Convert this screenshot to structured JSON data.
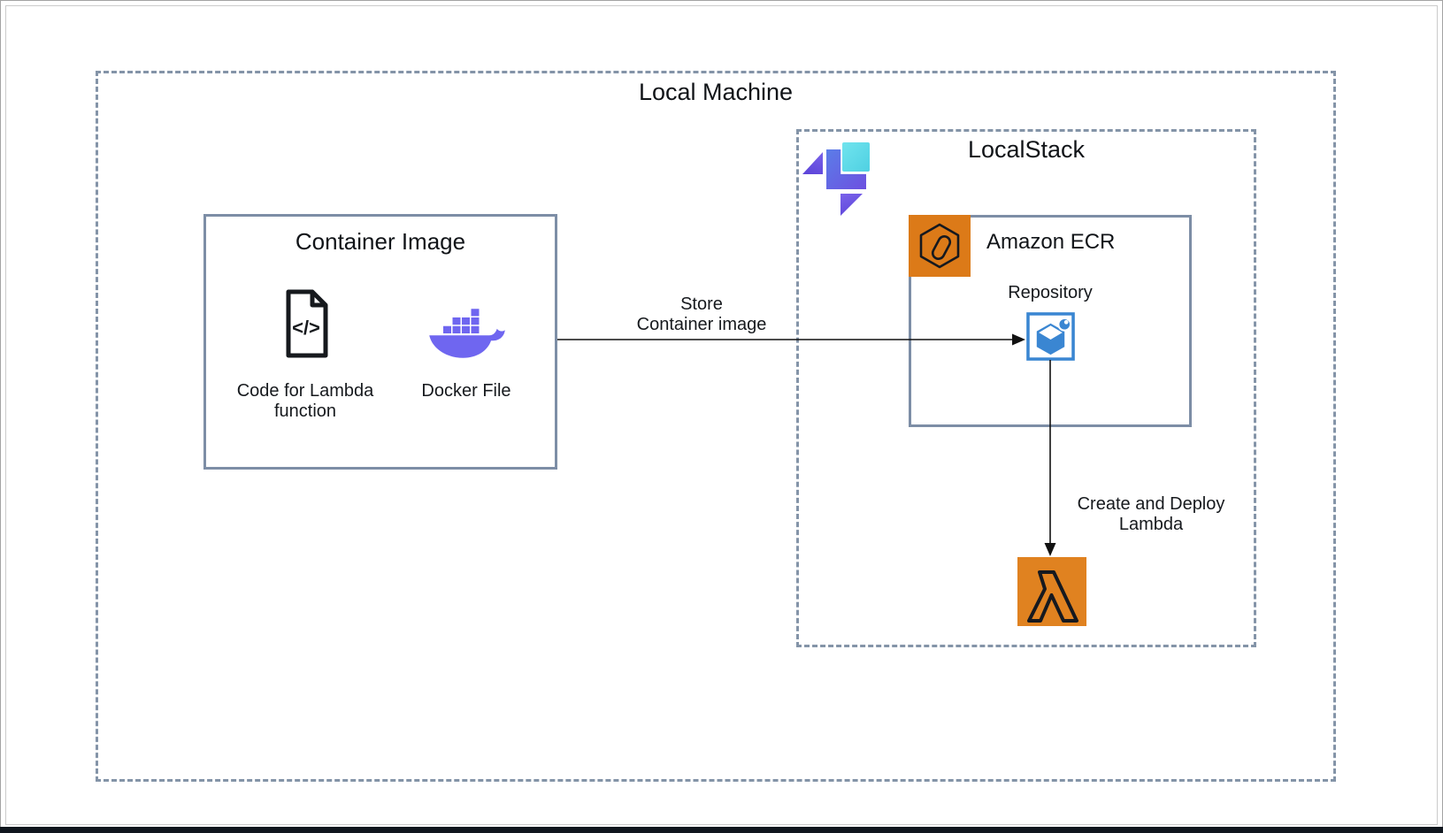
{
  "window": {
    "bottom_bar": true
  },
  "colors": {
    "dashed_border": "#8494a8",
    "solid_border": "#7d8ea6",
    "docker_purple": "#6f66f0",
    "ecr_orange": "#DC7A18",
    "lambda_orange": "#E08220",
    "repo_blue": "#3a86d2",
    "ls_purple": "#6d50e0",
    "ls_teal": "#4fd0e2",
    "ls_blue": "#5b7de8"
  },
  "local_machine": {
    "title": "Local Machine"
  },
  "container_image": {
    "title": "Container Image",
    "items": [
      {
        "icon": "code-file-icon",
        "label_line1": "Code for Lambda",
        "label_line2": "function"
      },
      {
        "icon": "docker-icon",
        "label_line1": "Docker File"
      }
    ]
  },
  "localstack": {
    "title": "LocalStack",
    "logo": "localstack-logo"
  },
  "ecr": {
    "title": "Amazon ECR",
    "icon": "amazon-ecr-icon",
    "repository": {
      "label": "Repository",
      "icon": "ecr-repository-icon"
    }
  },
  "lambda": {
    "icon": "aws-lambda-icon"
  },
  "arrows": [
    {
      "name": "store-container-image",
      "label_line1": "Store",
      "label_line2": "Container image"
    },
    {
      "name": "create-deploy-lambda",
      "label_line1": "Create and Deploy",
      "label_line2": "Lambda"
    }
  ]
}
